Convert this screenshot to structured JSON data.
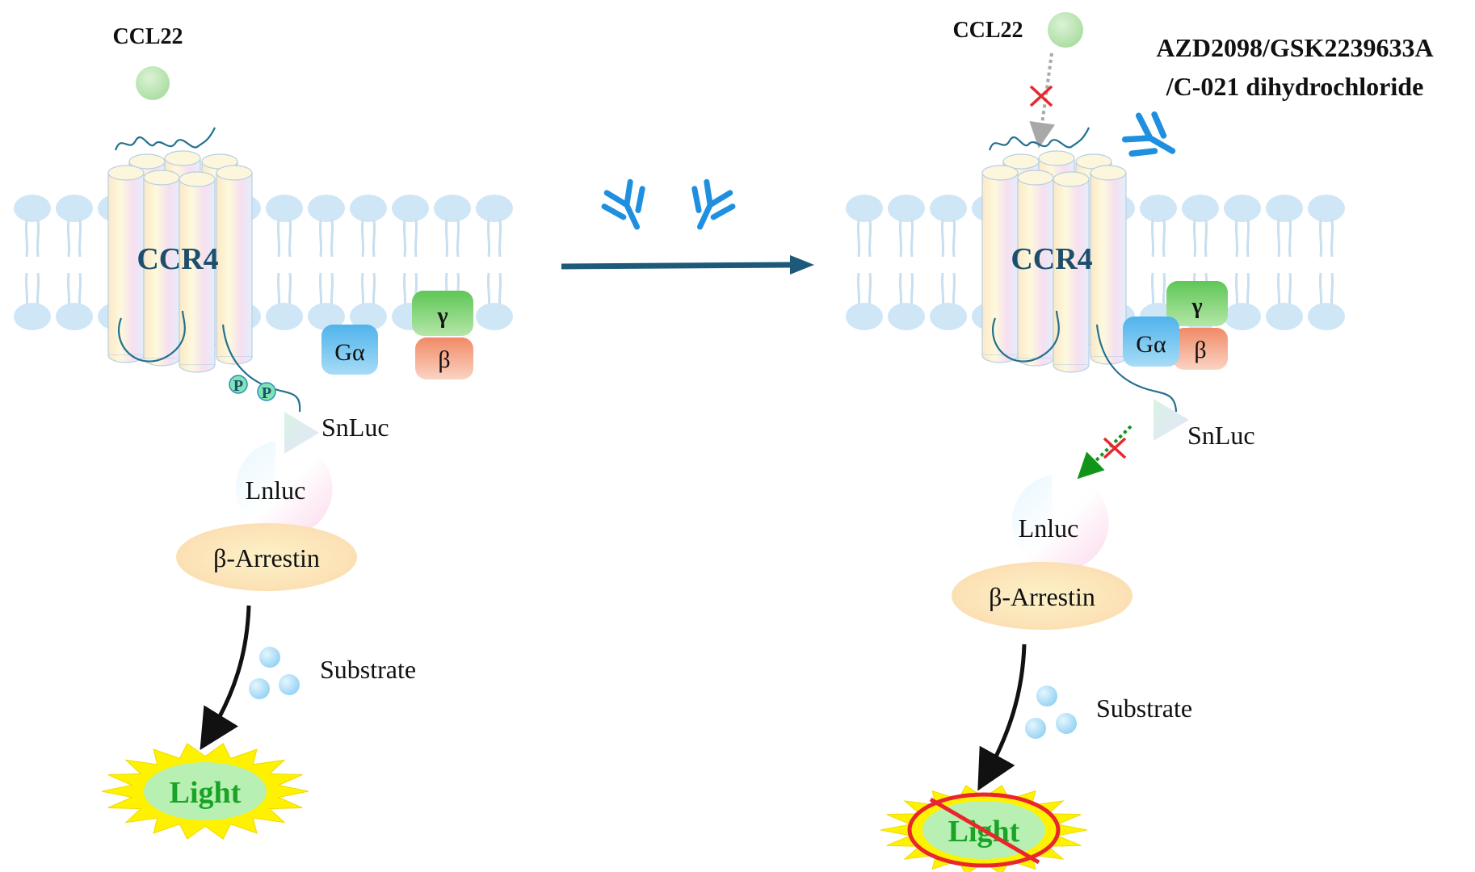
{
  "left_panel": {
    "ligand_label": "CCL22",
    "receptor_label": "CCR4",
    "phospho": [
      "P",
      "P"
    ],
    "g_alpha": "Gα",
    "g_gamma": "γ",
    "g_beta": "β",
    "snluc": "SnLuc",
    "lnluc": "Lnluc",
    "arrestin": "β-Arrestin",
    "substrate": "Substrate",
    "output": "Light"
  },
  "right_panel": {
    "ligand_label": "CCL22",
    "drug_line1": "AZD2098/GSK2239633A",
    "drug_line2": "/C-021 dihydrochloride",
    "receptor_label": "CCR4",
    "g_alpha": "Gα",
    "g_gamma": "γ",
    "g_beta": "β",
    "snluc": "SnLuc",
    "lnluc": "Lnluc",
    "arrestin": "β-Arrestin",
    "substrate": "Substrate",
    "output": "Light"
  },
  "colors": {
    "ligand": "#b8e3b0",
    "membrane": "#cfe6f7",
    "antibody": "#1f8fe0",
    "process_arrow": "#1d5a7a",
    "receptor_text": "#1d4e6b",
    "g_alpha": "#58b9ea",
    "g_gamma": "#6fce66",
    "g_beta": "#f29a78",
    "arrestin": "#fbe3b0",
    "light_burst": "#fff200",
    "light_fill": "#b7f0b2",
    "light_text": "#1aa326",
    "block_x": "#e8262c"
  }
}
